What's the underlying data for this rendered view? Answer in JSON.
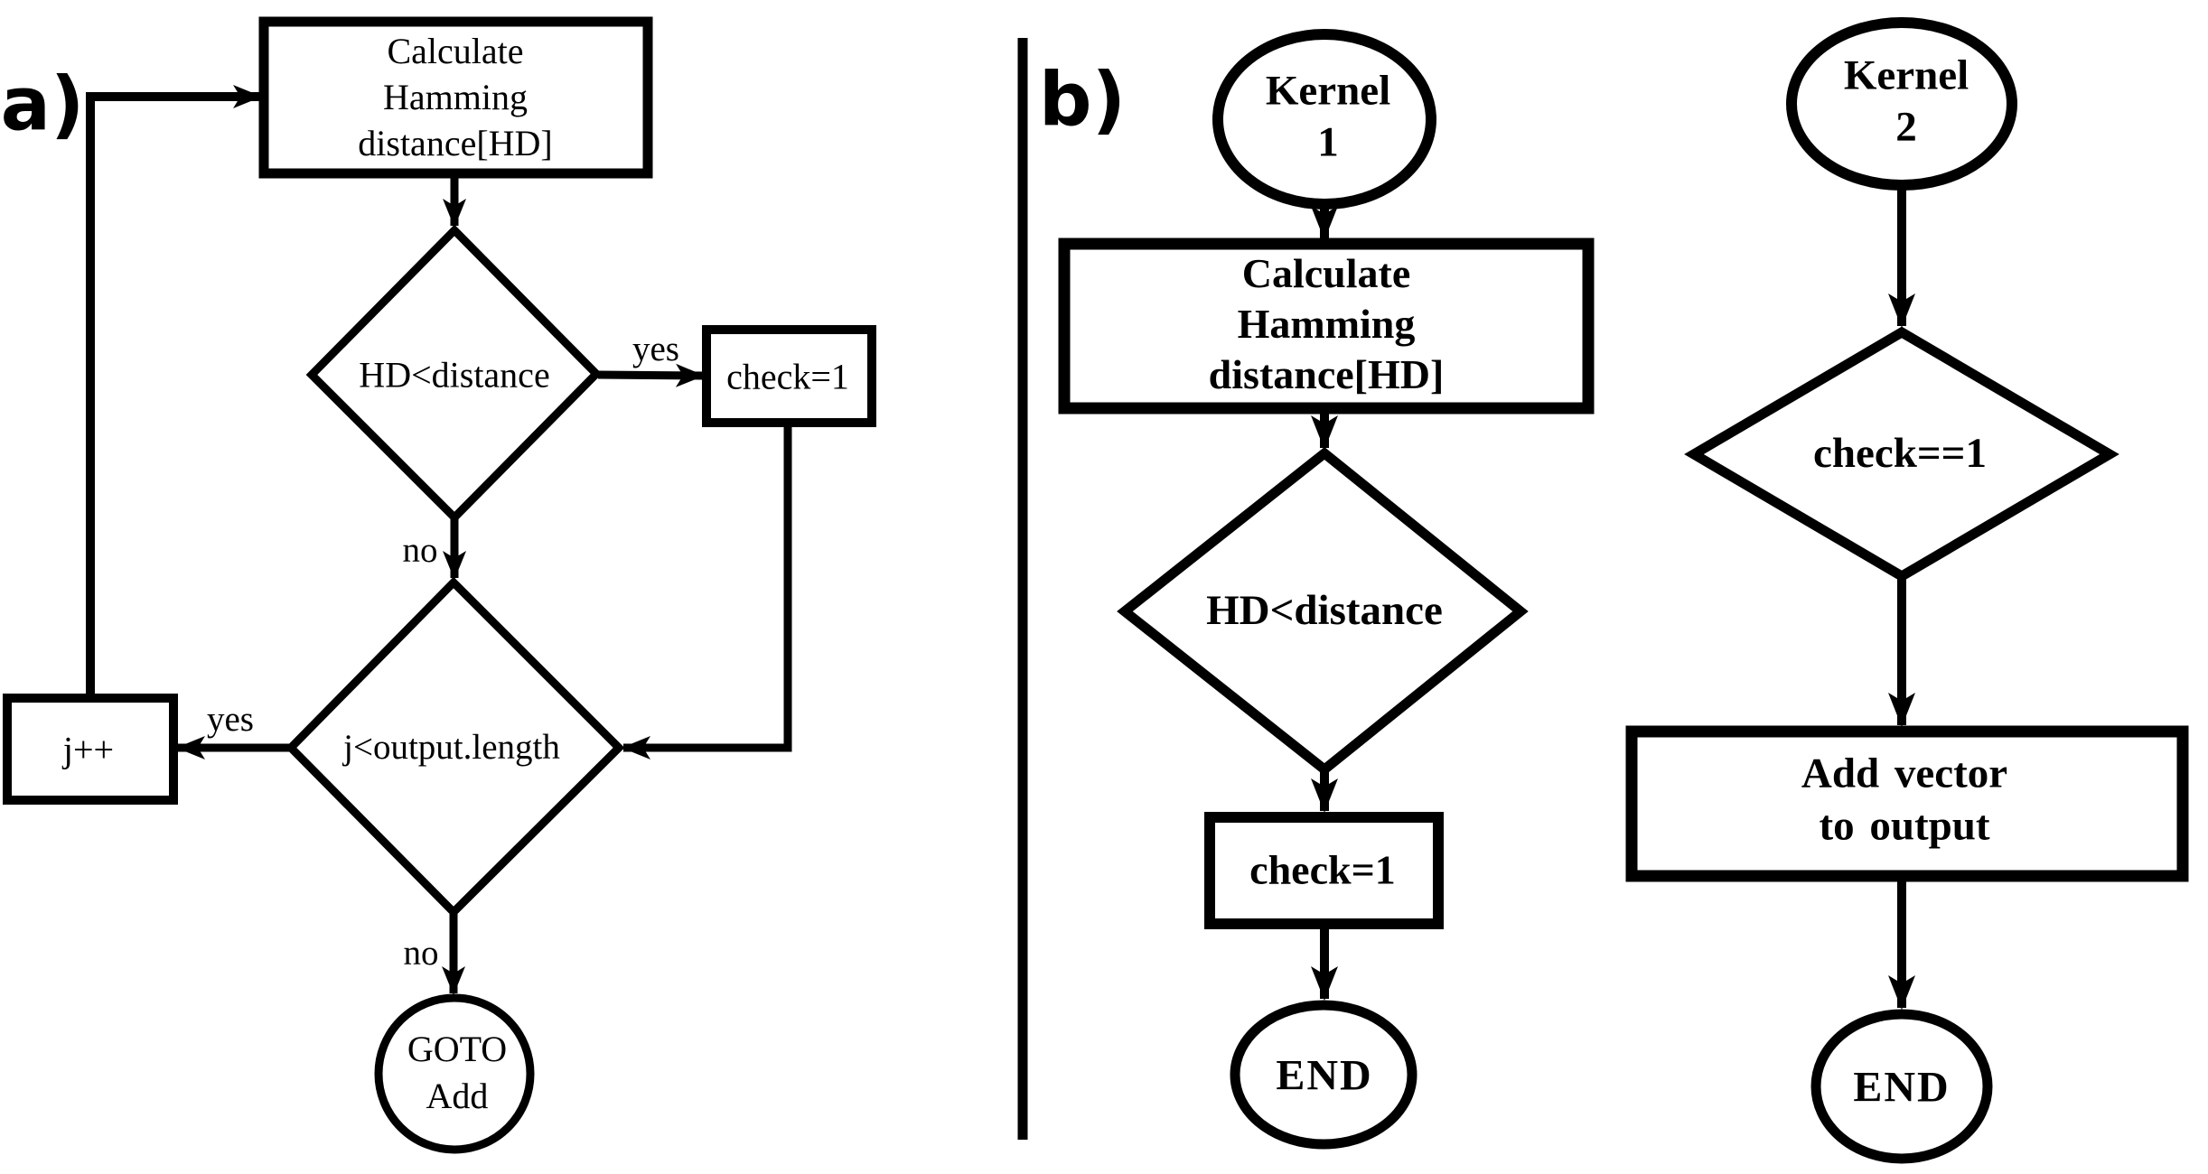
{
  "figure": {
    "colors": {
      "stroke": "#000000",
      "background": "#ffffff"
    },
    "panel_a": {
      "label": "a)",
      "nodes": {
        "calc_box": "Calculate\nHamming\ndistance[HD]",
        "hd_diamond": "HD<distance",
        "check_box": "check=1",
        "len_diamond": "j<output.length",
        "jpp_box": "j++",
        "goto_circle": "GOTO\nAdd"
      },
      "edges": {
        "yes_top": "yes",
        "no_top": "no",
        "yes_bottom": "yes",
        "no_bottom": "no"
      }
    },
    "panel_b": {
      "label": "b)",
      "kernel1": {
        "start": "Kernel\n1",
        "calc_box": "Calculate\nHamming\ndistance[HD]",
        "hd_diamond": "HD<distance",
        "check_box": "check=1",
        "end": "END"
      },
      "kernel2": {
        "start": "Kernel\n2",
        "check_diamond": "check==1",
        "add_box": "Add vector\nto output",
        "end": "END"
      }
    }
  }
}
